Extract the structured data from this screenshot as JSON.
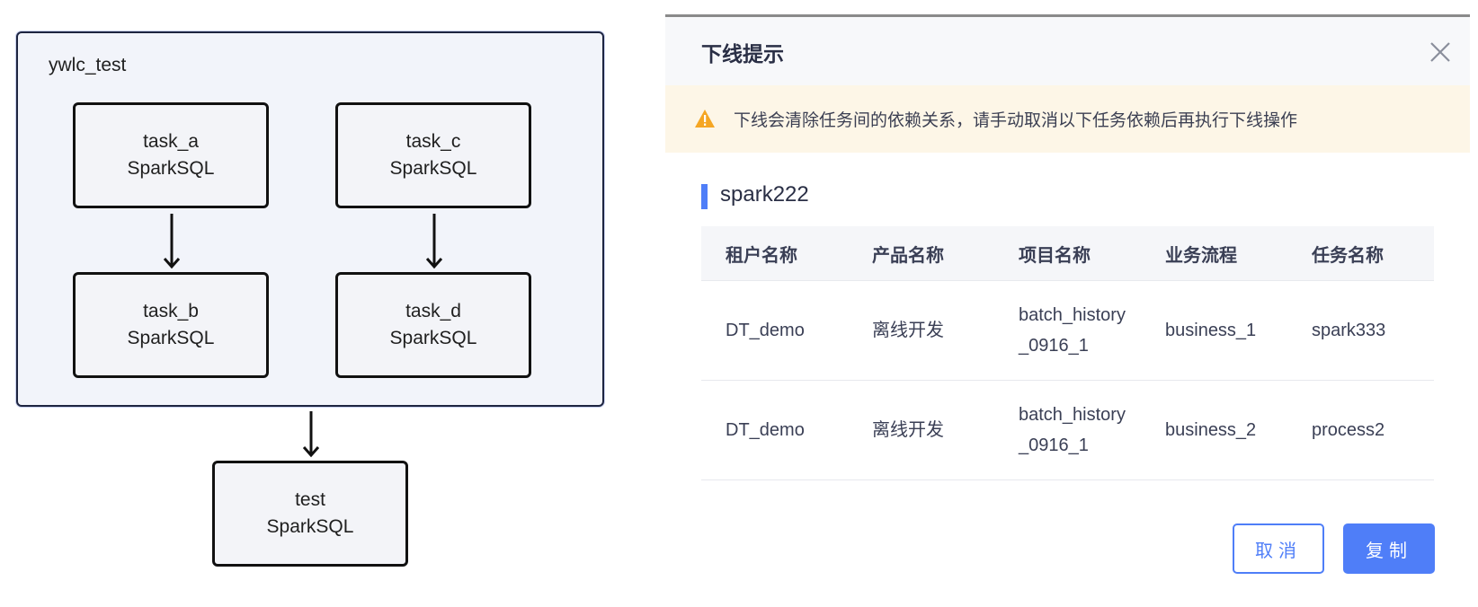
{
  "diagram": {
    "group_label": "ywlc_test",
    "nodes": {
      "task_a": {
        "name": "task_a",
        "type": "SparkSQL"
      },
      "task_c": {
        "name": "task_c",
        "type": "SparkSQL"
      },
      "task_b": {
        "name": "task_b",
        "type": "SparkSQL"
      },
      "task_d": {
        "name": "task_d",
        "type": "SparkSQL"
      },
      "test": {
        "name": "test",
        "type": "SparkSQL"
      }
    }
  },
  "dialog": {
    "title": "下线提示",
    "close_icon": "close-icon",
    "alert": {
      "icon": "warning-icon",
      "text": "下线会清除任务间的依赖关系，请手动取消以下任务依赖后再执行下线操作",
      "color": "#f5a623"
    },
    "section_title": "spark222",
    "table": {
      "headers": [
        "租户名称",
        "产品名称",
        "项目名称",
        "业务流程",
        "任务名称"
      ],
      "rows": [
        [
          "DT_demo",
          "离线开发",
          "batch_history_0916_1",
          "business_1",
          "spark333"
        ],
        [
          "DT_demo",
          "离线开发",
          "batch_history_0916_1",
          "business_2",
          "process2"
        ]
      ]
    },
    "buttons": {
      "cancel": "取消",
      "copy": "复制"
    },
    "accent_color": "#4f7ef8"
  }
}
